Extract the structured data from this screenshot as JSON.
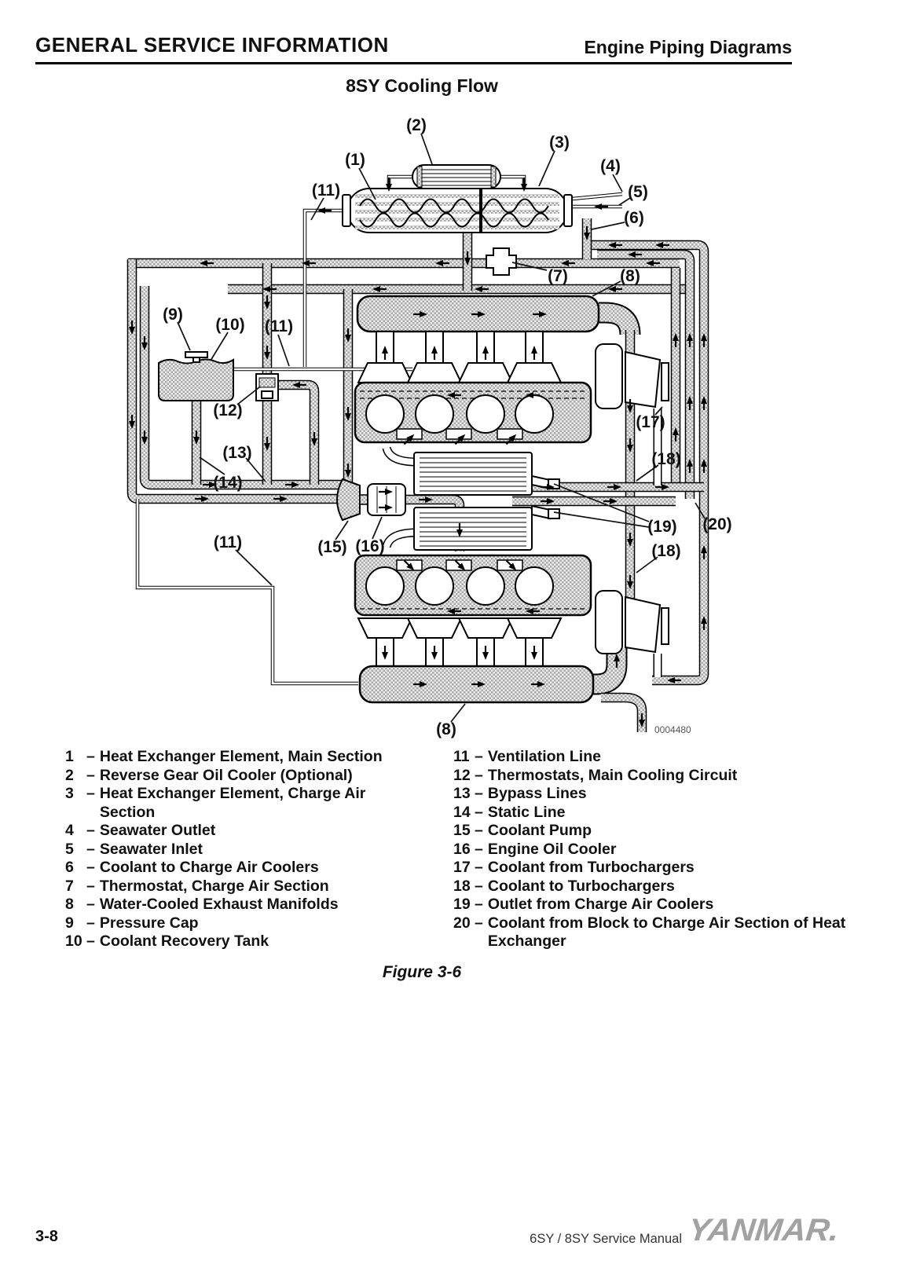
{
  "header": {
    "left": "GENERAL SERVICE INFORMATION",
    "right": "Engine Piping Diagrams"
  },
  "diagram": {
    "title": "8SY Cooling Flow",
    "part_number": "0004480",
    "callouts": [
      {
        "label": "(2)"
      },
      {
        "label": "(3)"
      },
      {
        "label": "(1)"
      },
      {
        "label": "(4)"
      },
      {
        "label": "(11)"
      },
      {
        "label": "(5)"
      },
      {
        "label": "(6)"
      },
      {
        "label": "(7)"
      },
      {
        "label": "(8)"
      },
      {
        "label": "(9)"
      },
      {
        "label": "(10)"
      },
      {
        "label": "(11)"
      },
      {
        "label": "(12)"
      },
      {
        "label": "(13)"
      },
      {
        "label": "(14)"
      },
      {
        "label": "(17)"
      },
      {
        "label": "(18)"
      },
      {
        "label": "(19)"
      },
      {
        "label": "(20)"
      },
      {
        "label": "(18)"
      },
      {
        "label": "(15)"
      },
      {
        "label": "(16)"
      },
      {
        "label": "(11)"
      },
      {
        "label": "(8)"
      }
    ]
  },
  "legend": {
    "dash": "–",
    "left": [
      {
        "n": "1",
        "t": "Heat Exchanger Element, Main Section"
      },
      {
        "n": "2",
        "t": "Reverse Gear Oil Cooler (Optional)"
      },
      {
        "n": "3",
        "t": "Heat Exchanger Element, Charge Air Section"
      },
      {
        "n": "4",
        "t": "Seawater Outlet"
      },
      {
        "n": "5",
        "t": "Seawater Inlet"
      },
      {
        "n": "6",
        "t": "Coolant to Charge Air Coolers"
      },
      {
        "n": "7",
        "t": "Thermostat, Charge Air Section"
      },
      {
        "n": "8",
        "t": "Water-Cooled Exhaust Manifolds"
      },
      {
        "n": "9",
        "t": "Pressure Cap"
      },
      {
        "n": "10",
        "t": "Coolant Recovery Tank"
      }
    ],
    "right": [
      {
        "n": "11",
        "t": "Ventilation Line"
      },
      {
        "n": "12",
        "t": "Thermostats, Main Cooling Circuit"
      },
      {
        "n": "13",
        "t": "Bypass Lines"
      },
      {
        "n": "14",
        "t": "Static Line"
      },
      {
        "n": "15",
        "t": "Coolant Pump"
      },
      {
        "n": "16",
        "t": "Engine Oil Cooler"
      },
      {
        "n": "17",
        "t": "Coolant from Turbochargers"
      },
      {
        "n": "18",
        "t": "Coolant to Turbochargers"
      },
      {
        "n": "19",
        "t": "Outlet from Charge Air Coolers"
      },
      {
        "n": "20",
        "t": "Coolant from Block to Charge Air Section of Heat Exchanger"
      }
    ]
  },
  "figure_caption": "Figure 3-6",
  "footer": {
    "page": "3-8",
    "manual": "6SY / 8SY Service Manual",
    "brand": "YANMAR."
  }
}
